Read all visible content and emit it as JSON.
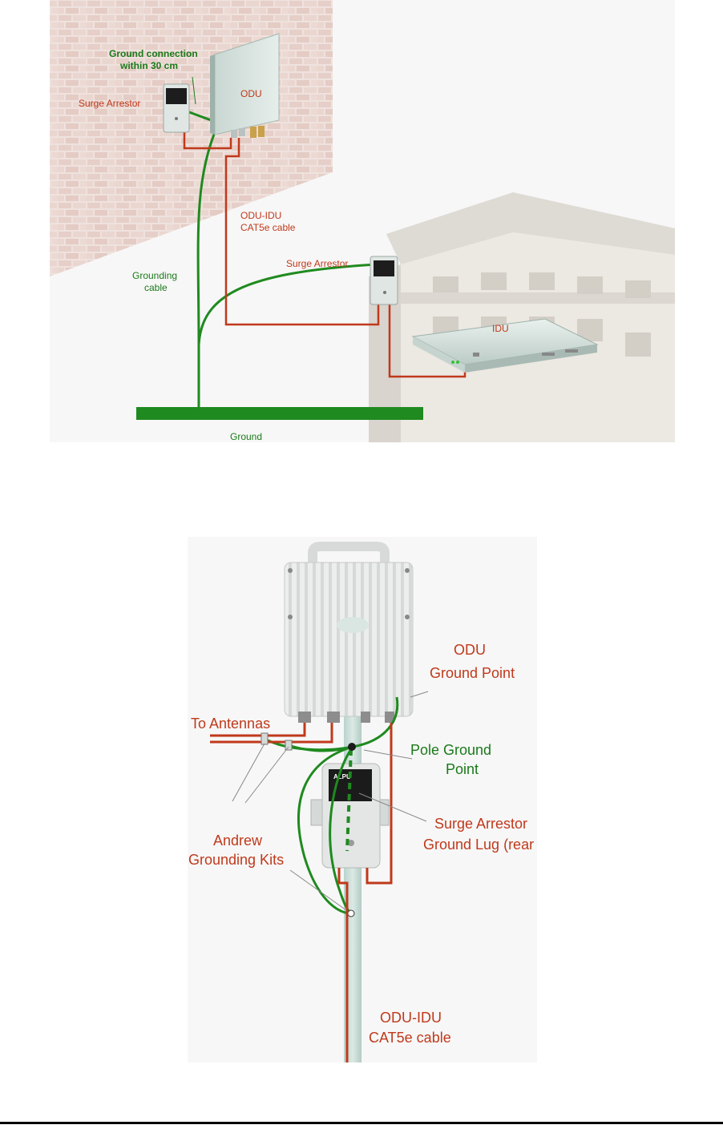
{
  "colors": {
    "ground_wire": "#1f8a1f",
    "cat5_wire": "#c0391b",
    "label_red": "#c0391b",
    "label_green": "#1a7a1a",
    "wall": "#e9d9d5",
    "building": "#e9e5df"
  },
  "figure1": {
    "labels": {
      "ground_connection": [
        "Ground connection",
        "within 30 cm"
      ],
      "surge_arrestor_top": "Surge Arrestor",
      "odu": "ODU",
      "odu_idu_cable": [
        "ODU-IDU",
        "CAT5e cable"
      ],
      "surge_arrestor_mid": "Surge Arrestor",
      "grounding_cable": [
        "Grounding",
        "cable"
      ],
      "idu": "IDU",
      "ground": "Ground"
    }
  },
  "figure2": {
    "labels": {
      "odu_ground_point": [
        "ODU",
        "Ground Point"
      ],
      "to_antennas": "To Antennas",
      "pole_ground_point": [
        "Pole Ground",
        "Point"
      ],
      "surge_arrestor_lug": [
        "Surge Arrestor",
        "Ground Lug (rear"
      ],
      "andrew_kits": [
        "Andrew",
        "Grounding Kits"
      ],
      "odu_idu_cable": [
        "ODU-IDU",
        "CAT5e cable"
      ]
    }
  }
}
